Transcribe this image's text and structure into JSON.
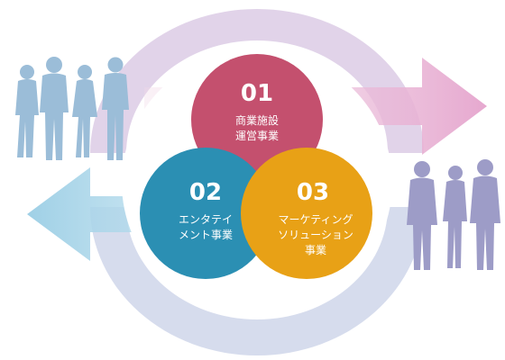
{
  "colors": {
    "circle_01": "#c4506e",
    "circle_02": "#2b8fb3",
    "circle_03": "#e8a116",
    "arrow_right": "#e8b8d6",
    "arrow_left": "#b6dcec",
    "ring_top": "#d9c8e4",
    "ring_bottom": "#cfd6ea",
    "people_left": "#9bbdd8",
    "people_right": "#9d9cc7"
  },
  "circles": [
    {
      "number": "01",
      "line1": "商業施設",
      "line2": "運営事業",
      "line3": ""
    },
    {
      "number": "02",
      "line1": "エンタテイ",
      "line2": "メント事業",
      "line3": ""
    },
    {
      "number": "03",
      "line1": "マーケティング",
      "line2": "ソリューション",
      "line3": "事業"
    }
  ],
  "icons": {
    "people_left": "consumers-group-icon",
    "people_right": "business-people-icon",
    "arrow_right": "arrow-right-icon",
    "arrow_left": "arrow-left-icon"
  }
}
